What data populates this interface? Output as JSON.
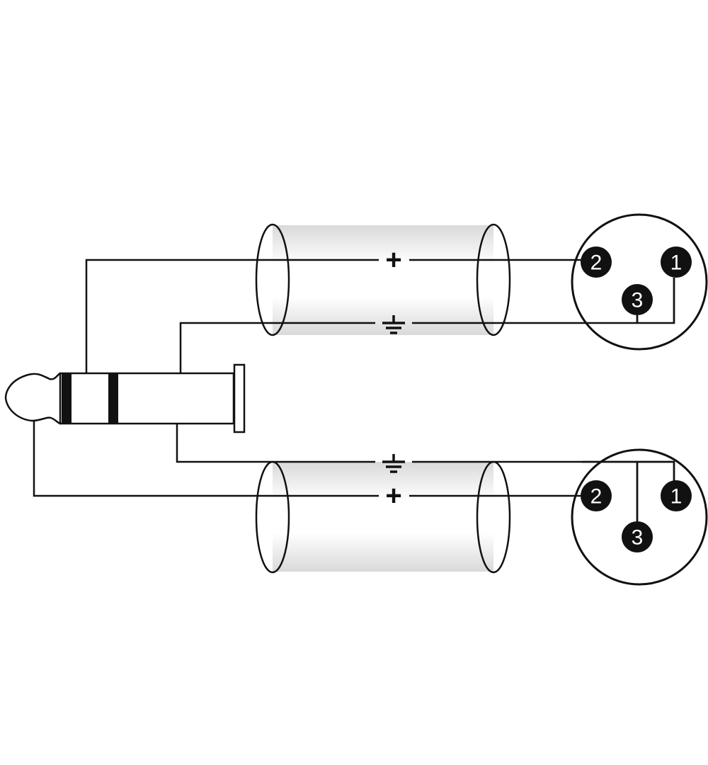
{
  "diagram": {
    "jack": {
      "type": "stereo-jack-plug"
    },
    "cables": [
      {
        "signal_label": "+",
        "ground": "ground-symbol"
      },
      {
        "signal_label": "+",
        "ground": "ground-symbol"
      }
    ],
    "xlr_connectors": [
      {
        "pins": [
          "2",
          "1",
          "3"
        ]
      },
      {
        "pins": [
          "2",
          "1",
          "3"
        ]
      }
    ]
  },
  "colors": {
    "line": "#111111",
    "shield": "#e6e6e6",
    "pin": "#111111"
  }
}
